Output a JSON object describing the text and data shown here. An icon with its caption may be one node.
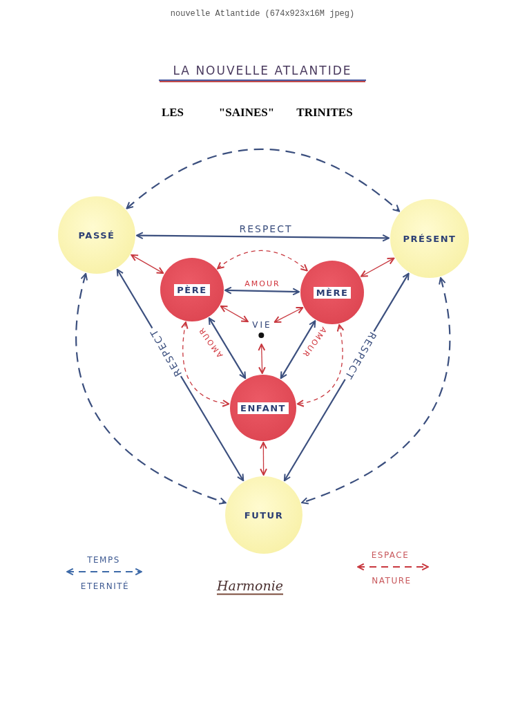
{
  "diagram": {
    "title": "LA NOUVELLE ATLANTIDE",
    "nodes": [
      {
        "text": [
          "PASSÉ"
        ]
      },
      {
        "text": [
          "PRÉSENT"
        ]
      },
      {
        "text": [
          "PÈRE"
        ]
      },
      {
        "text": [
          "MÈRE"
        ]
      },
      {
        "text": [
          "ENFANT"
        ]
      },
      {
        "text": [
          "FUTUR"
        ]
      },
      {
        "text": [
          "VIE"
        ]
      }
    ],
    "edges": [
      {
        "from": 0,
        "to": 1,
        "arrow": "both",
        "style": "dashed"
      },
      {
        "from": 0,
        "to": 1,
        "arrow": "both",
        "label": "RESPECT"
      },
      {
        "from": 0,
        "to": 5,
        "arrow": "both",
        "label": "RESPECT"
      },
      {
        "from": 1,
        "to": 5,
        "arrow": "both",
        "label": "RESPECT"
      },
      {
        "from": 0,
        "to": 5,
        "arrow": "both",
        "style": "dashed"
      },
      {
        "from": 1,
        "to": 5,
        "arrow": "both",
        "style": "dashed"
      },
      {
        "from": 0,
        "to": 2,
        "arrow": "both",
        "color": "#c8383f"
      },
      {
        "from": 1,
        "to": 3,
        "arrow": "both",
        "color": "#c8383f"
      },
      {
        "from": 2,
        "to": 3,
        "arrow": "both",
        "label": "AMOUR"
      },
      {
        "from": 2,
        "to": 3,
        "arrow": "both",
        "style": "dashed",
        "color": "#c8383f"
      },
      {
        "from": 2,
        "to": 4,
        "arrow": "both",
        "label": "AMOUR"
      },
      {
        "from": 3,
        "to": 4,
        "arrow": "both",
        "label": "AMOUR"
      },
      {
        "from": 2,
        "to": 4,
        "arrow": "both",
        "style": "dashed",
        "color": "#c8383f"
      },
      {
        "from": 3,
        "to": 4,
        "arrow": "both",
        "style": "dashed",
        "color": "#c8383f"
      },
      {
        "from": 2,
        "to": 6,
        "arrow": "both",
        "color": "#c8383f"
      },
      {
        "from": 3,
        "to": 6,
        "arrow": "both",
        "color": "#c8383f"
      },
      {
        "from": 6,
        "to": 4,
        "arrow": "both",
        "color": "#c8383f"
      },
      {
        "from": 4,
        "to": 5,
        "arrow": "both",
        "color": "#c8383f"
      }
    ],
    "labels": [
      "nouvelle Atlantide (674x923x16M jpeg)",
      "LES",
      "\"SAINES\"",
      "TRINITES",
      "Harmonie"
    ],
    "legend": [
      {
        "text": "TEMPS"
      },
      {
        "text": "ETERNITÉ"
      },
      {
        "text": "ESPACE"
      },
      {
        "text": "NATURE"
      }
    ]
  }
}
